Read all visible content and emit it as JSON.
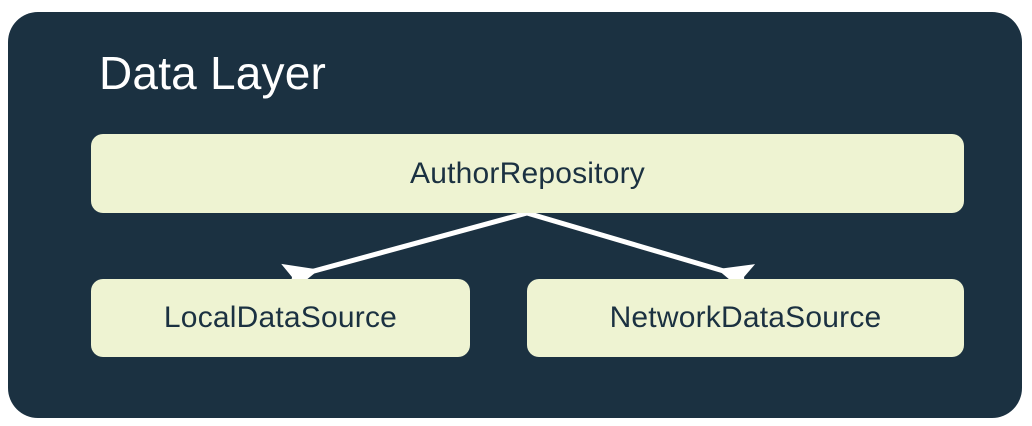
{
  "diagram": {
    "title": "Data Layer",
    "panel_color": "#1B3141",
    "node_fill_color": "#EEF3D2",
    "node_text_color": "#1B3141",
    "title_color": "#FFFFFF",
    "connector_color": "#FFFFFF",
    "nodes": [
      {
        "id": "author-repository",
        "label": "AuthorRepository",
        "role": "repository"
      },
      {
        "id": "local-data-source",
        "label": "LocalDataSource",
        "role": "data-source"
      },
      {
        "id": "network-data-source",
        "label": "NetworkDataSource",
        "role": "data-source"
      }
    ],
    "connections": [
      {
        "from": "author-repository",
        "to": "local-data-source",
        "style": "solid-arrow"
      },
      {
        "from": "author-repository",
        "to": "network-data-source",
        "style": "solid-arrow"
      }
    ]
  }
}
